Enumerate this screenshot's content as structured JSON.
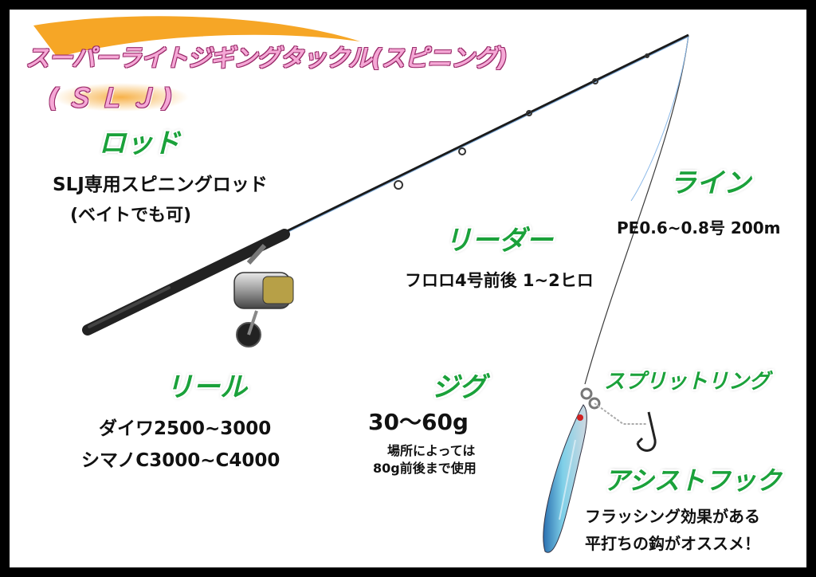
{
  "title": {
    "main": "スーパーライトジギングタックル(スピニング)",
    "sub": "(ＳＬＪ)"
  },
  "rod": {
    "heading": "ロッド",
    "line1": "SLJ専用スピニングロッド",
    "line2": "(ベイトでも可)"
  },
  "line": {
    "heading": "ライン",
    "detail": "PE0.6~0.8号  200m"
  },
  "leader": {
    "heading": "リーダー",
    "detail": "フロロ4号前後  1~2ヒロ"
  },
  "reel": {
    "heading": "リール",
    "line1": "ダイワ2500~3000",
    "line2": "シマノC3000~C4000"
  },
  "jig": {
    "heading": "ジグ",
    "weight": "30～60g",
    "note1": "場所によっては",
    "note2": "80g前後まで使用"
  },
  "split_ring": {
    "heading": "スプリットリング"
  },
  "assist_hook": {
    "heading": "アシストフック",
    "line1": "フラッシング効果がある",
    "line2": "平打ちの鈎がオススメ！"
  },
  "colors": {
    "heading_green": "#1aa13a",
    "title_pink": "#f5a8d6",
    "title_accent": "#f5a623",
    "frame": "#000000"
  }
}
